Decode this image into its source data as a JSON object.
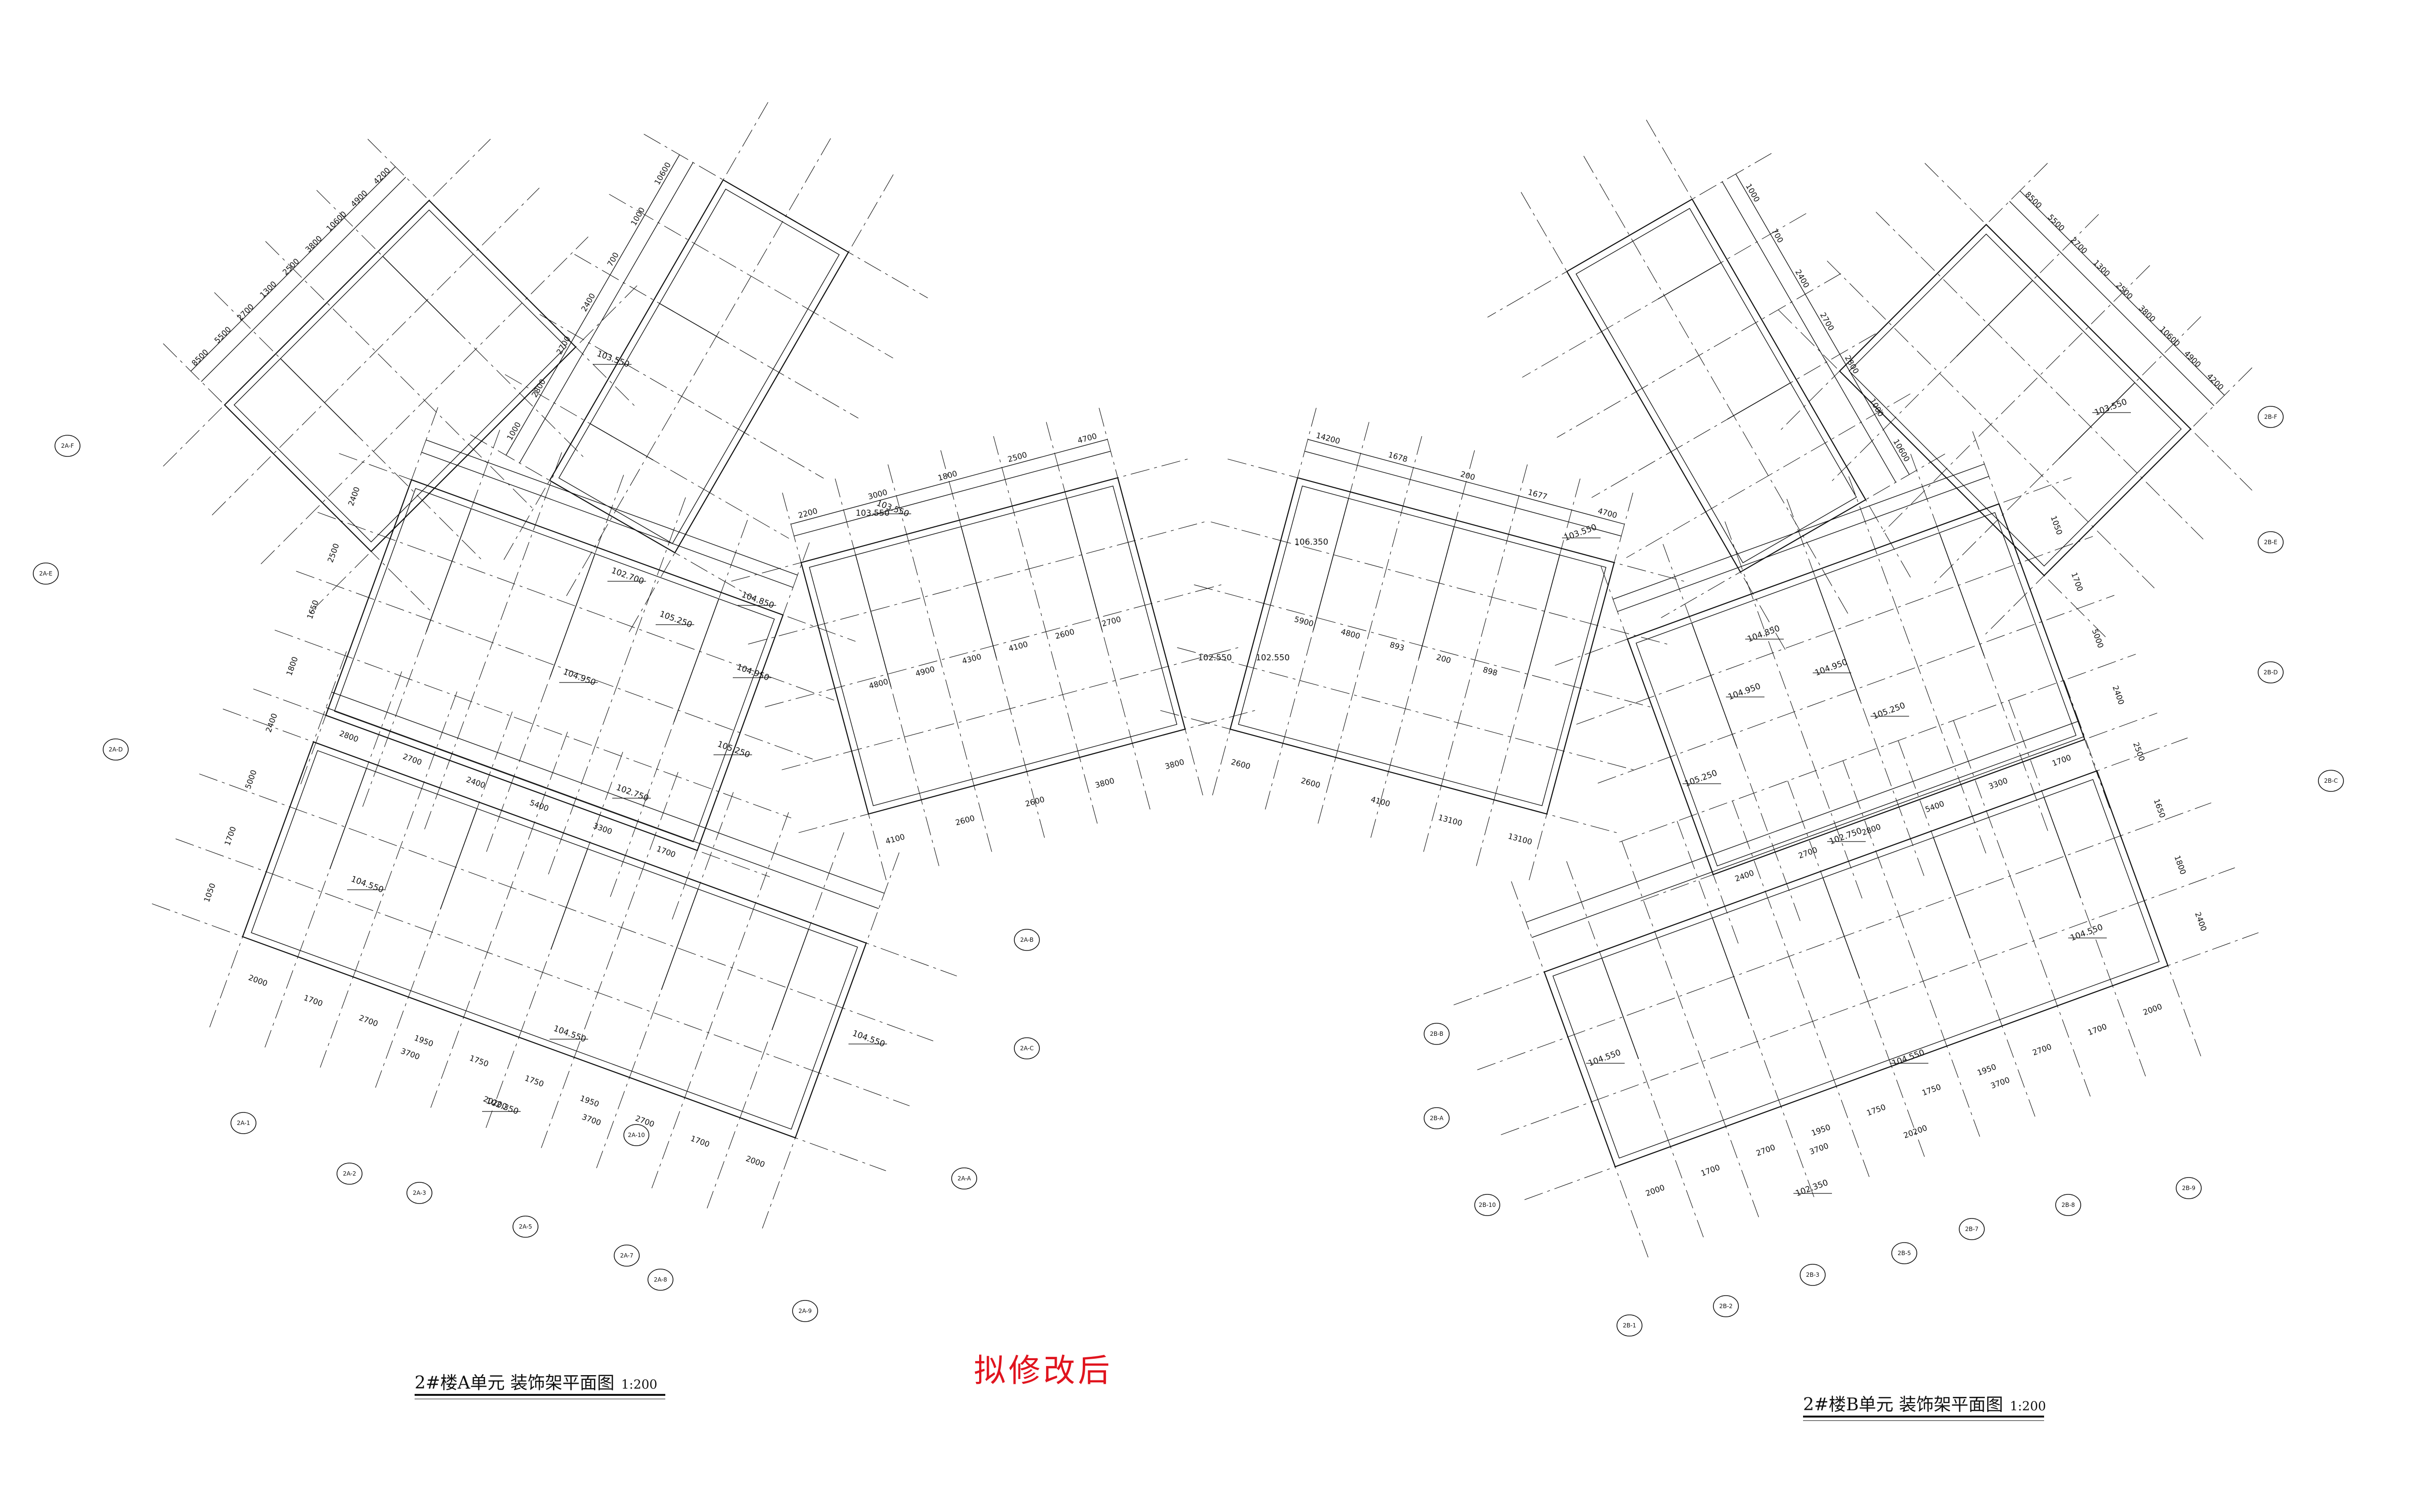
{
  "titles": {
    "unit_a": "2#楼A单元 装饰架平面图",
    "unit_a_scale": "1:200",
    "unit_b": "2#楼B单元 装饰架平面图",
    "unit_b_scale": "1:200"
  },
  "stamp": "拟修改后",
  "unit_a": {
    "dims_bottom": [
      "2000",
      "1700",
      "2700",
      "1950",
      "1750",
      "1750",
      "1950",
      "2700",
      "1700",
      "2000"
    ],
    "dims_bottom_total": "20200",
    "dims_bottom_inner": [
      "3700",
      "3700"
    ],
    "dims_left": [
      "1050",
      "1700",
      "5000",
      "2400",
      "1800",
      "1650",
      "2500",
      "2400"
    ],
    "dims_middle": [
      "2800",
      "2700",
      "2400",
      "5400",
      "3300",
      "1700"
    ],
    "dims_top": [
      "1000",
      "2800",
      "2700",
      "2400",
      "700",
      "1000",
      "10600"
    ],
    "dims_wing": [
      "8500",
      "5500",
      "2700",
      "1300",
      "2500",
      "3800",
      "10600",
      "4900",
      "4200"
    ],
    "elevations": [
      "103.550",
      "102.700",
      "105.250",
      "104.850",
      "104.950",
      "104.950",
      "105.250",
      "102.750",
      "104.550",
      "104.550",
      "104.550",
      "102.350",
      "103.550"
    ]
  },
  "center": {
    "dims_top": [
      "2200",
      "3000",
      "1800",
      "2500",
      "4700",
      "14200",
      "1678",
      "200",
      "1677",
      "4700"
    ],
    "dims_mid": [
      "4800",
      "4900",
      "4300",
      "4100",
      "2600",
      "2700",
      "5900",
      "4800",
      "893",
      "200",
      "898"
    ],
    "dims_bottom": [
      "4100",
      "2600",
      "2600",
      "3800",
      "3800",
      "2600",
      "2600",
      "4100",
      "13100",
      "13100"
    ],
    "elevations": [
      "103.550",
      "102.550",
      "102.550",
      "106.350"
    ]
  },
  "unit_b": {
    "dims_bottom": [
      "2000",
      "1700",
      "2700",
      "1950",
      "1750",
      "1750",
      "1950",
      "2700",
      "1700",
      "2000"
    ],
    "dims_bottom_total": "20200",
    "dims_bottom_inner": [
      "3700",
      "3700"
    ],
    "dims_right": [
      "2400",
      "1800",
      "1650",
      "2500",
      "2400",
      "5000",
      "1700",
      "1050"
    ],
    "dims_middle": [
      "2400",
      "2700",
      "2800",
      "5400",
      "3300",
      "1700"
    ],
    "dims_top": [
      "1000",
      "700",
      "2400",
      "2700",
      "2800",
      "1000",
      "10600"
    ],
    "dims_wing": [
      "8500",
      "5500",
      "2700",
      "1300",
      "2500",
      "3800",
      "10600",
      "4900",
      "4200"
    ],
    "elevations": [
      "103.550",
      "104.850",
      "104.950",
      "104.950",
      "105.250",
      "105.250",
      "102.750",
      "104.550",
      "104.550",
      "104.550",
      "102.350",
      "103.550"
    ]
  },
  "axis_tags": [
    "2A-1",
    "2A-2",
    "2A-3",
    "2A-5",
    "2A-7",
    "2A-8",
    "2A-9",
    "2A-10",
    "2A-A",
    "2A-B",
    "2A-C",
    "2A-D",
    "2A-E",
    "2A-F",
    "2B-1",
    "2B-2",
    "2B-3",
    "2B-5",
    "2B-7",
    "2B-8",
    "2B-9",
    "2B-10",
    "2B-A",
    "2B-B",
    "2B-C",
    "2B-D",
    "2B-E",
    "2B-F"
  ],
  "colors": {
    "line": "#111111",
    "stamp": "#e0141e",
    "background": "#ffffff"
  }
}
